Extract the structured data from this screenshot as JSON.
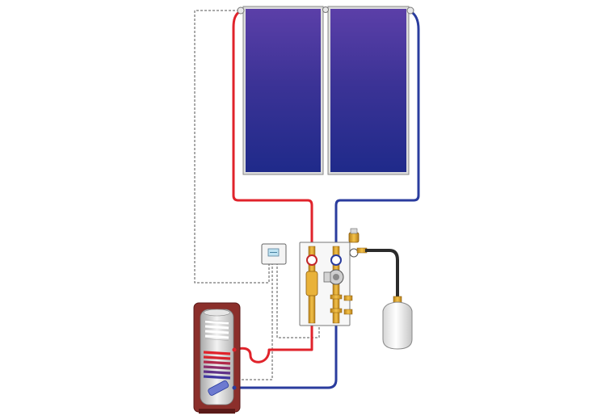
{
  "diagram": {
    "components": [
      {
        "id": "collector-left",
        "kind": "solar-collector-panel"
      },
      {
        "id": "collector-right",
        "kind": "solar-collector-panel"
      },
      {
        "id": "controller",
        "kind": "solar-controller"
      },
      {
        "id": "pump-station",
        "kind": "pump-group"
      },
      {
        "id": "expansion-vessel",
        "kind": "expansion-tank"
      },
      {
        "id": "storage-tank",
        "kind": "hot-water-cylinder"
      }
    ],
    "connections": [
      {
        "from": "collector-left",
        "to": "pump-station",
        "type": "hot-flow-pipe"
      },
      {
        "from": "collector-right",
        "to": "pump-station",
        "type": "cold-return-pipe"
      },
      {
        "from": "pump-station",
        "to": "storage-tank",
        "type": "hot-flow-pipe"
      },
      {
        "from": "storage-tank",
        "to": "pump-station",
        "type": "cold-return-pipe"
      },
      {
        "from": "pump-station",
        "to": "expansion-vessel",
        "type": "flexible-hose"
      },
      {
        "from": "controller",
        "to": "collector-left",
        "type": "sensor-wire"
      },
      {
        "from": "controller",
        "to": "storage-tank",
        "type": "sensor-wire"
      },
      {
        "from": "controller",
        "to": "pump-station",
        "type": "sensor-wire"
      }
    ],
    "colors": {
      "hot": "#e0232b",
      "cold": "#2a3c9e",
      "panel_top": "#5a3fa6",
      "panel_bottom": "#232b8c",
      "tank_shell": "#8b2f2b",
      "brass": "#e0a52a",
      "wire": "#555555"
    }
  }
}
